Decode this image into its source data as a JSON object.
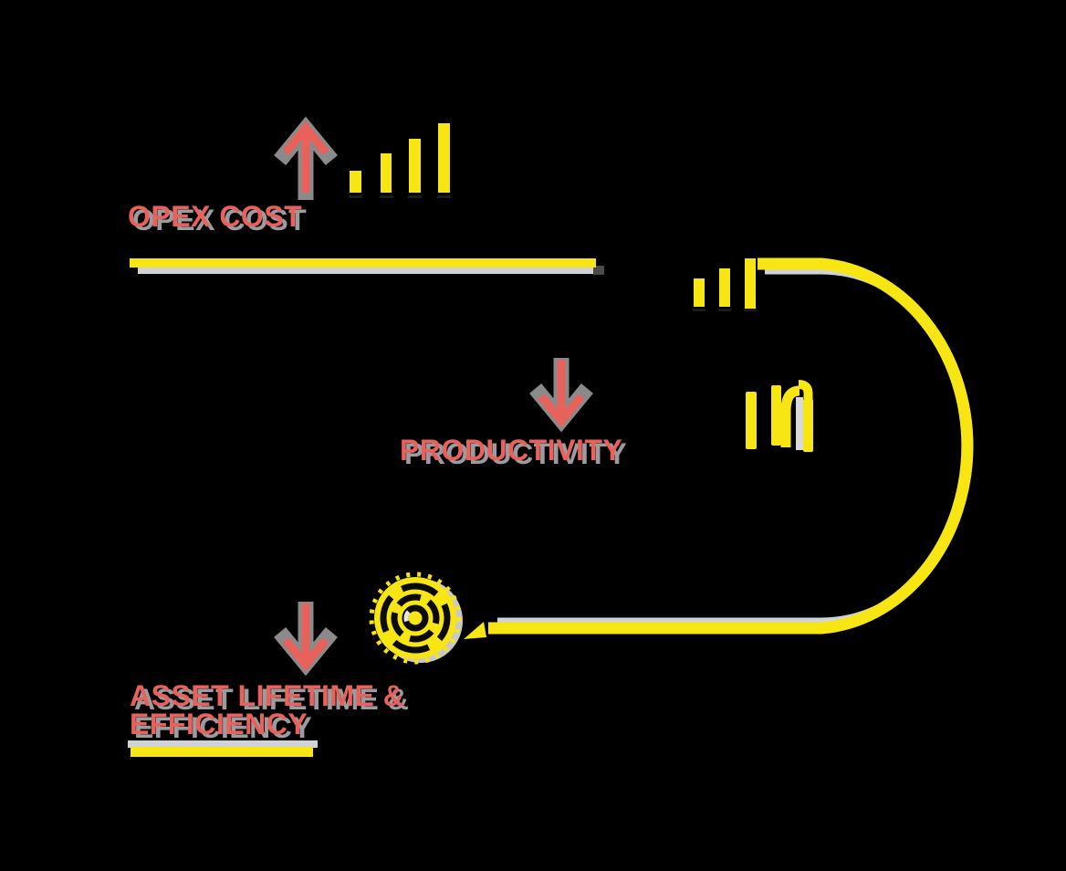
{
  "diagram": {
    "type": "causal-loop-infographic",
    "background_color": "#000000",
    "nodes": [
      {
        "id": "opex-cost",
        "label": "OPEX COST",
        "trend": "up"
      },
      {
        "id": "productivity",
        "label": "PRODUCTIVITY",
        "trend": "down"
      },
      {
        "id": "asset-lifetime-efficiency",
        "label_line1": "ASSET LIFETIME &",
        "label_line2": "EFFICIENCY",
        "trend": "down"
      }
    ],
    "icons": [
      {
        "name": "up-arrow-icon",
        "meaning": "increase",
        "color": "#e8615a"
      },
      {
        "name": "rising-bars-icon",
        "meaning": "growing costs bar chart",
        "color": "#f7e614",
        "bars": 4
      },
      {
        "name": "small-bars-icon",
        "meaning": "bar chart",
        "color": "#f7e614",
        "bars": 3
      },
      {
        "name": "down-arrow-icon",
        "meaning": "decrease",
        "color": "#e8615a"
      },
      {
        "name": "machine-icon",
        "meaning": "industrial equipment",
        "color": "#f7e614"
      },
      {
        "name": "coin-gear-icon",
        "meaning": "asset / bearing coin",
        "color": "#f7e614"
      },
      {
        "name": "feedback-curve",
        "meaning": "loop connector ending in arrowhead at coin",
        "color": "#f7e614"
      }
    ],
    "colors": {
      "accent_yellow": "#f7e614",
      "accent_red": "#e8615a",
      "shadow_gray_light": "#cfd2d6",
      "shadow_gray_text": "#9c9ca0",
      "shadow_gray_arrow": "#8a8a8a"
    }
  }
}
